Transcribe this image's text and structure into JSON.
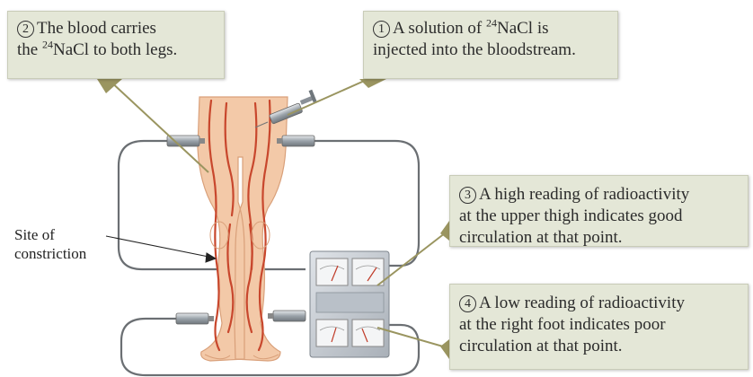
{
  "callouts": {
    "c1": {
      "num": "1",
      "l1_pre": "A solution of ",
      "l1_sup": "24",
      "l1_post": "NaCl is",
      "l2": "injected into the bloodstream."
    },
    "c2": {
      "num": "2",
      "l1": "The blood carries",
      "l2_pre": "the ",
      "l2_sup": "24",
      "l2_post": "NaCl to both legs."
    },
    "c3": {
      "num": "3",
      "l1": "A high reading of radioactivity",
      "l2": "at the upper thigh indicates good",
      "l3": "circulation at that point."
    },
    "c4": {
      "num": "4",
      "l1": "A low reading of radioactivity",
      "l2": "at the right foot indicates poor",
      "l3": "circulation at that point."
    }
  },
  "labels": {
    "site_l1": "Site of",
    "site_l2": "constriction"
  },
  "colors": {
    "callout_bg": "#e4e7d7",
    "leader": "#9a9560",
    "skin": "#f3c9a8",
    "vessel": "#c8472d",
    "meter_box": "#c5cbd3",
    "tube": "#6b6f73"
  }
}
